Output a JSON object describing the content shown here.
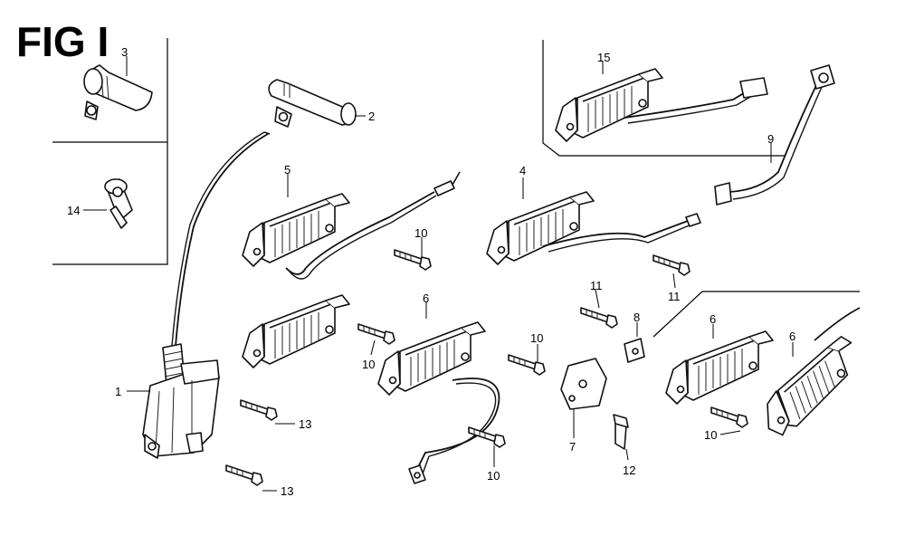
{
  "title": "FIG I",
  "callouts": {
    "c1": "1",
    "c2": "2",
    "c3": "3",
    "c4": "4",
    "c5": "5",
    "c6a": "6",
    "c6b": "6",
    "c6c": "6",
    "c7": "7",
    "c8": "8",
    "c9": "9",
    "c10a": "10",
    "c10b": "10",
    "c10c": "10",
    "c10d": "10",
    "c10e": "10",
    "c11a": "11",
    "c11b": "11",
    "c12": "12",
    "c13a": "13",
    "c13b": "13",
    "c14": "14",
    "c15": "15"
  }
}
